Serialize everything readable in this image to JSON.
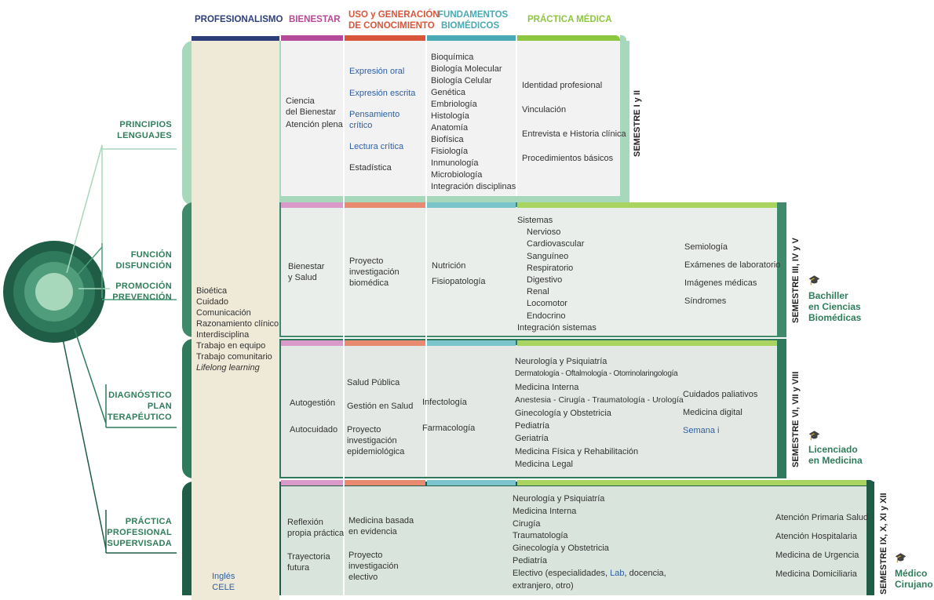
{
  "headers": {
    "profesionalismo": "PROFESIONALISMO",
    "bienestar": "BIENESTAR",
    "uso_generacion": [
      "USO y GENERACIÓN",
      "DE CONOCIMIENTO"
    ],
    "fundamentos": [
      "FUNDAMENTOS",
      "BIOMÉDICOS"
    ],
    "practica_medica": "PRÁCTICA MÉDICA"
  },
  "colors": {
    "profesionalismo": "#2d3e7a",
    "bienestar": "#b64a9a",
    "uso": "#d9553a",
    "fundamentos": "#49a9b4",
    "practica": "#8dc63f",
    "green_dark": "#1f5d47",
    "green_mid": "#3f8a6a",
    "green_light": "#a8d8bc",
    "beige": "#efe9d8",
    "gray": "#f2f2f2"
  },
  "left_labels": {
    "principios": [
      "PRINCIPIOS",
      "LENGUAJES"
    ],
    "funcion": [
      "FUNCIÓN",
      "DISFUNCIÓN"
    ],
    "promocion": [
      "PROMOCIÓN",
      "PREVENCIÓN"
    ],
    "diagnostico": [
      "DIAGNÓSTICO",
      "PLAN",
      "TERAPÉUTICO"
    ],
    "practica": [
      "PRÁCTICA",
      "PROFESIONAL",
      "SUPERVISADA"
    ]
  },
  "profesionalismo_list": [
    "Bioética",
    "Cuidado",
    "Comunicación",
    "Razonamiento clínico",
    "Interdisciplina",
    "Trabajo en equipo",
    "Trabajo comunitario",
    "Lifelong learning"
  ],
  "ingles": [
    "Inglés",
    "CELE"
  ],
  "semesters": {
    "s1": "SEMESTRE I y II",
    "s2": "SEMESTRE III, IV y V",
    "s3": "SEMESTRE VI, VII y VIII",
    "s4": "SEMESTRE IX, X, XI y XII"
  },
  "degrees": {
    "bachiller": [
      "Bachiller",
      "en Ciencias",
      "Biomédicas"
    ],
    "licenciado": [
      "Licenciado",
      "en Medicina"
    ],
    "medico": [
      "Médico",
      "Cirujano"
    ],
    "cap_icon": "graduation-cap"
  },
  "row1": {
    "bienestar": [
      "Ciencia",
      "del Bienestar",
      "Atención plena"
    ],
    "uso": [
      "Expresión oral",
      "Expresión escrita",
      "Pensamiento",
      "crítico",
      "Lectura crítica",
      "Estadística"
    ],
    "fundamentos": [
      "Bioquímica",
      "Biología Molecular",
      "Biología Celular",
      "Genética",
      "Embriología",
      "Histología",
      "Anatomía",
      "Biofísica",
      "Fisiología",
      "Inmunología",
      "Microbiología",
      "Integración disciplinas"
    ],
    "practica": [
      "Identidad profesional",
      "Vinculación",
      "Entrevista e Historia clínica",
      "Procedimientos básicos"
    ]
  },
  "row2": {
    "bienestar": [
      "Bienestar",
      "y Salud"
    ],
    "uso": [
      "Proyecto",
      "investigación",
      "biomédica"
    ],
    "fundamentos": [
      "Nutrición",
      "Fisiopatología"
    ],
    "sistemas_title": "Sistemas",
    "sistemas": [
      "Nervioso",
      "Cardiovascular",
      "Sanguíneo",
      "Respiratorio",
      "Digestivo",
      "Renal",
      "Locomotor",
      "Endocrino"
    ],
    "integracion": "Integración sistemas",
    "right": [
      "Semiología",
      "Exámenes de laboratorio",
      "Imágenes médicas",
      "Síndromes"
    ]
  },
  "row3": {
    "bienestar": [
      "Autogestión",
      "Autocuidado"
    ],
    "uso": [
      "Salud Pública",
      "Gestión en Salud",
      "Proyecto",
      "investigación",
      "epidemiológica"
    ],
    "fundamentos": [
      "Infectología",
      "Farmacología"
    ],
    "practica": [
      "Neurología y Psiquiatría",
      "Dermatología - Oftalmología - Otorrinolaringología",
      "Medicina Interna",
      "Anestesia - Cirugía - Traumatología - Urología",
      "Ginecología y Obstetricia",
      "Pediatría",
      "Geriatría",
      "Medicina Física y Rehabilitación",
      "Medicina Legal"
    ],
    "right": [
      "Cuidados paliativos",
      "Medicina digital",
      "Semana i"
    ]
  },
  "row4": {
    "bienestar": [
      "Reflexión",
      "propia práctica",
      "Trayectoria",
      "futura"
    ],
    "uso": [
      "Medicina basada",
      "en evidencia",
      "Proyecto",
      "investigación",
      "electivo"
    ],
    "practica": [
      "Neurología y Psiquiatría",
      "Medicina Interna",
      "Cirugía",
      "Traumatología",
      "Ginecología y Obstetricia",
      "Pediatría"
    ],
    "electivo_a": "Electivo (especialidades, ",
    "electivo_lab": "Lab",
    "electivo_b": ", docencia,",
    "electivo_c": "extranjero, otro)",
    "right": [
      "Atención Primaria Salud",
      "Atención Hospitalaria",
      "Medicina de Urgencia",
      "Medicina Domiciliaria"
    ]
  }
}
